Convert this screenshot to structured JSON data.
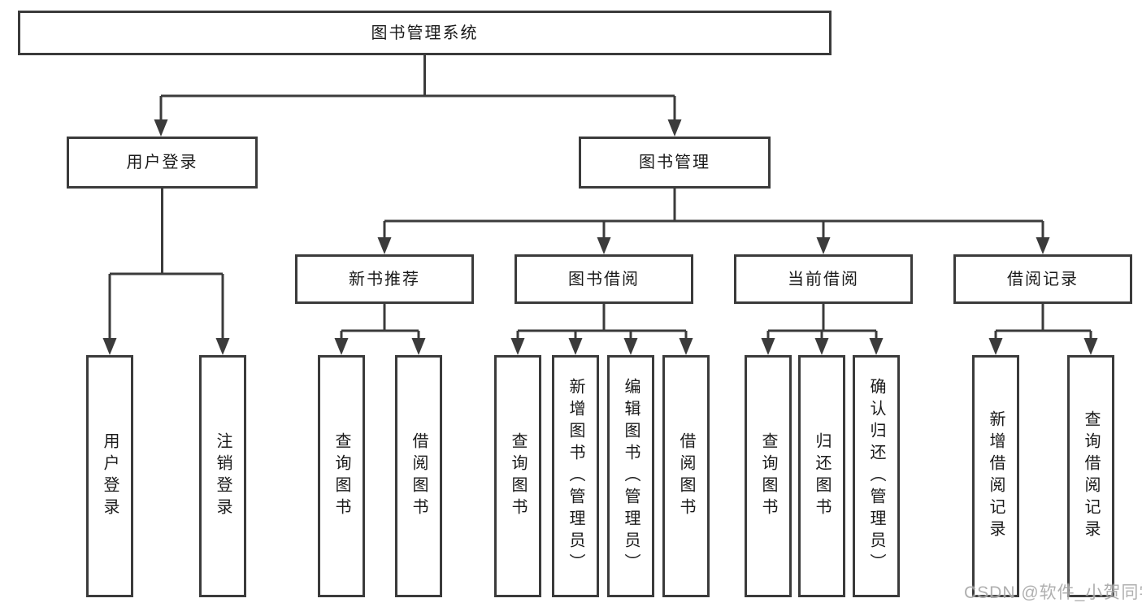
{
  "colors": {
    "line": "#3b3b3b",
    "text": "#1a1a1a",
    "watermark": "#a7a7a7",
    "bg": "#ffffff"
  },
  "watermark": "CSDN @软件_小贺同学",
  "tree": {
    "root": {
      "label": "图书管理系统"
    },
    "level2": [
      {
        "label": "用户登录"
      },
      {
        "label": "图书管理"
      }
    ],
    "level3": [
      {
        "label": "新书推荐"
      },
      {
        "label": "图书借阅"
      },
      {
        "label": "当前借阅"
      },
      {
        "label": "借阅记录"
      }
    ],
    "leaves": {
      "user_login": [
        "用户登录",
        "注销登录"
      ],
      "new_book": [
        "查询图书",
        "借阅图书"
      ],
      "book_borrow": [
        "查询图书",
        "新增图书（管理员）",
        "编辑图书（管理员）",
        "借阅图书"
      ],
      "current_borrow": [
        "查询图书",
        "归还图书",
        "确认归还（管理员）"
      ],
      "borrow_record": [
        "新增借阅记录",
        "查询借阅记录"
      ]
    }
  }
}
